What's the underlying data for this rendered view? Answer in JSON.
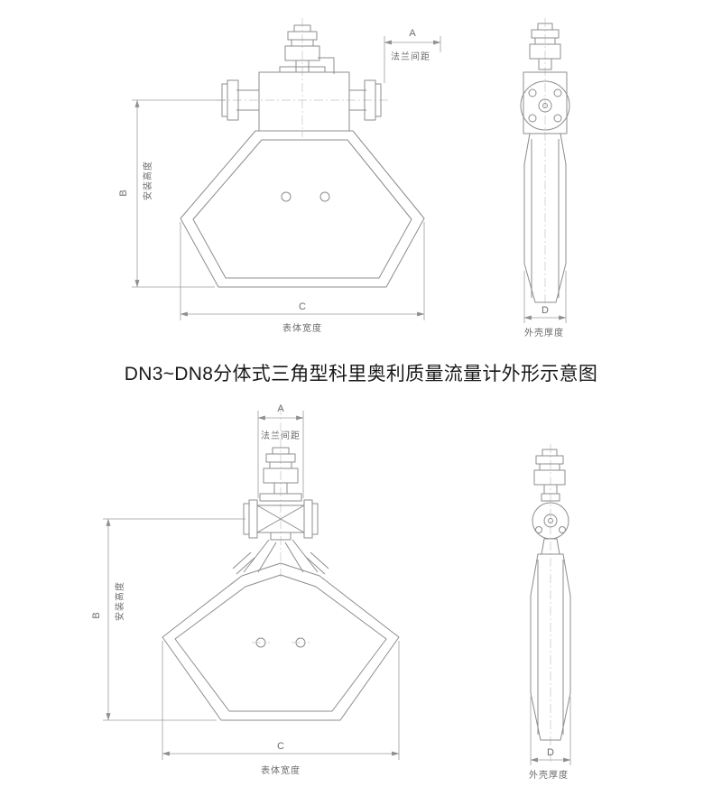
{
  "title": "DN3~DN8分体式三角型科里奥利质量流量计外形示意图",
  "colors": {
    "line": "#8d8d8d",
    "dimension_line": "#9d9d9d",
    "dimension_text": "#6b6b6b",
    "title_text": "#191919",
    "background": "#ffffff"
  },
  "drawing_top": {
    "dim_a": "A",
    "dim_a_label": "法兰间距",
    "dim_b": "B",
    "dim_b_label": "安装高度",
    "dim_c": "C",
    "dim_c_label": "表体宽度",
    "dim_d": "D",
    "dim_d_label": "外壳厚度"
  },
  "drawing_bottom": {
    "dim_a": "A",
    "dim_a_label": "法兰间距",
    "dim_b": "B",
    "dim_b_label": "安装高度",
    "dim_c": "C",
    "dim_c_label": "表体宽度",
    "dim_d": "D",
    "dim_d_label": "外壳厚度"
  }
}
